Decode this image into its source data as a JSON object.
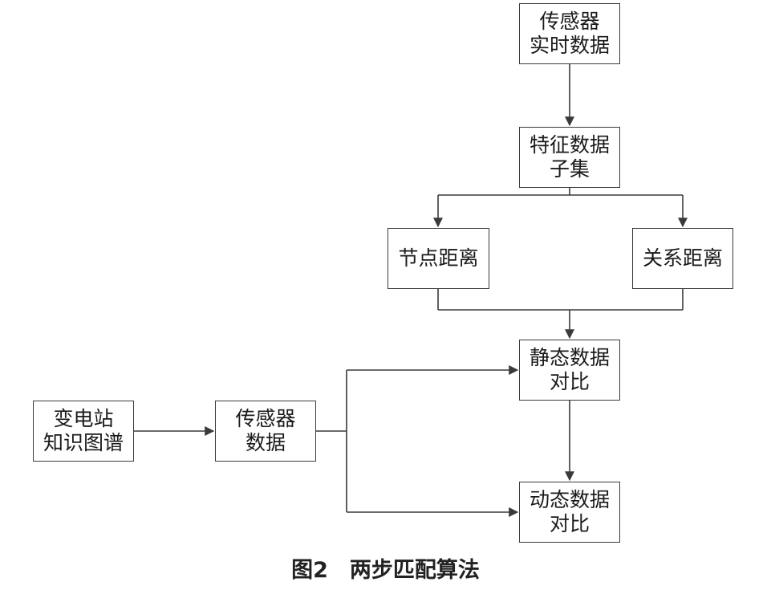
{
  "nodes": {
    "realtime": {
      "line1": "传感器",
      "line2": "实时数据"
    },
    "feature": {
      "line1": "特征数据",
      "line2": "子集"
    },
    "node_distance": {
      "line1": "节点距离"
    },
    "relation_distance": {
      "line1": "关系距离"
    },
    "static_compare": {
      "line1": "静态数据",
      "line2": "对比"
    },
    "knowledge_graph": {
      "line1": "变电站",
      "line2": "知识图谱"
    },
    "sensor_data": {
      "line1": "传感器",
      "line2": "数据"
    },
    "dynamic_compare": {
      "line1": "动态数据",
      "line2": "对比"
    }
  },
  "caption": "图2　两步匹配算法",
  "colors": {
    "border": "#3a3a3a",
    "line": "#3a3a3a",
    "text": "#1a1a1a"
  }
}
